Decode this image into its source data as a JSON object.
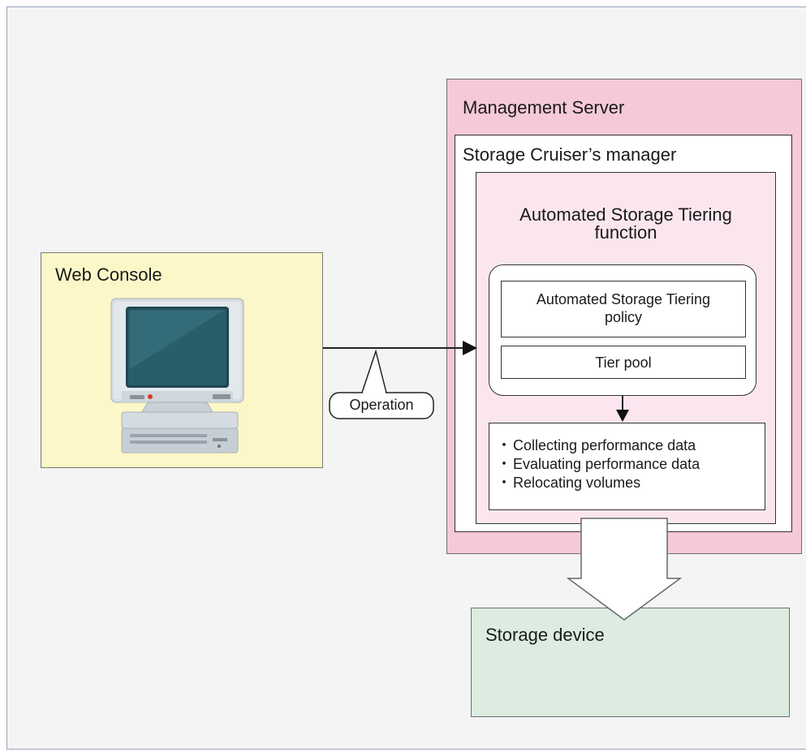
{
  "web_console": {
    "label": "Web Console",
    "icon": "computer-icon"
  },
  "management_server": {
    "label": "Management Server"
  },
  "storage_cruiser": {
    "label": "Storage Cruiser’s manager"
  },
  "ast_function": {
    "label_line1": "Automated Storage Tiering",
    "label_line2": "function"
  },
  "policy": {
    "label_line1": "Automated Storage Tiering",
    "label_line2": "policy"
  },
  "tier_pool": {
    "label": "Tier pool"
  },
  "operations": [
    "Collecting performance data",
    "Evaluating performance data",
    "Relocating volumes"
  ],
  "operation_callout": {
    "label": "Operation"
  },
  "storage_device": {
    "label": "Storage device"
  },
  "colors": {
    "web_console_bg": "#fbf7c8",
    "management_bg": "#f5c9d8",
    "ast_bg": "#fbe6ef",
    "storage_bg": "#dcece0"
  }
}
